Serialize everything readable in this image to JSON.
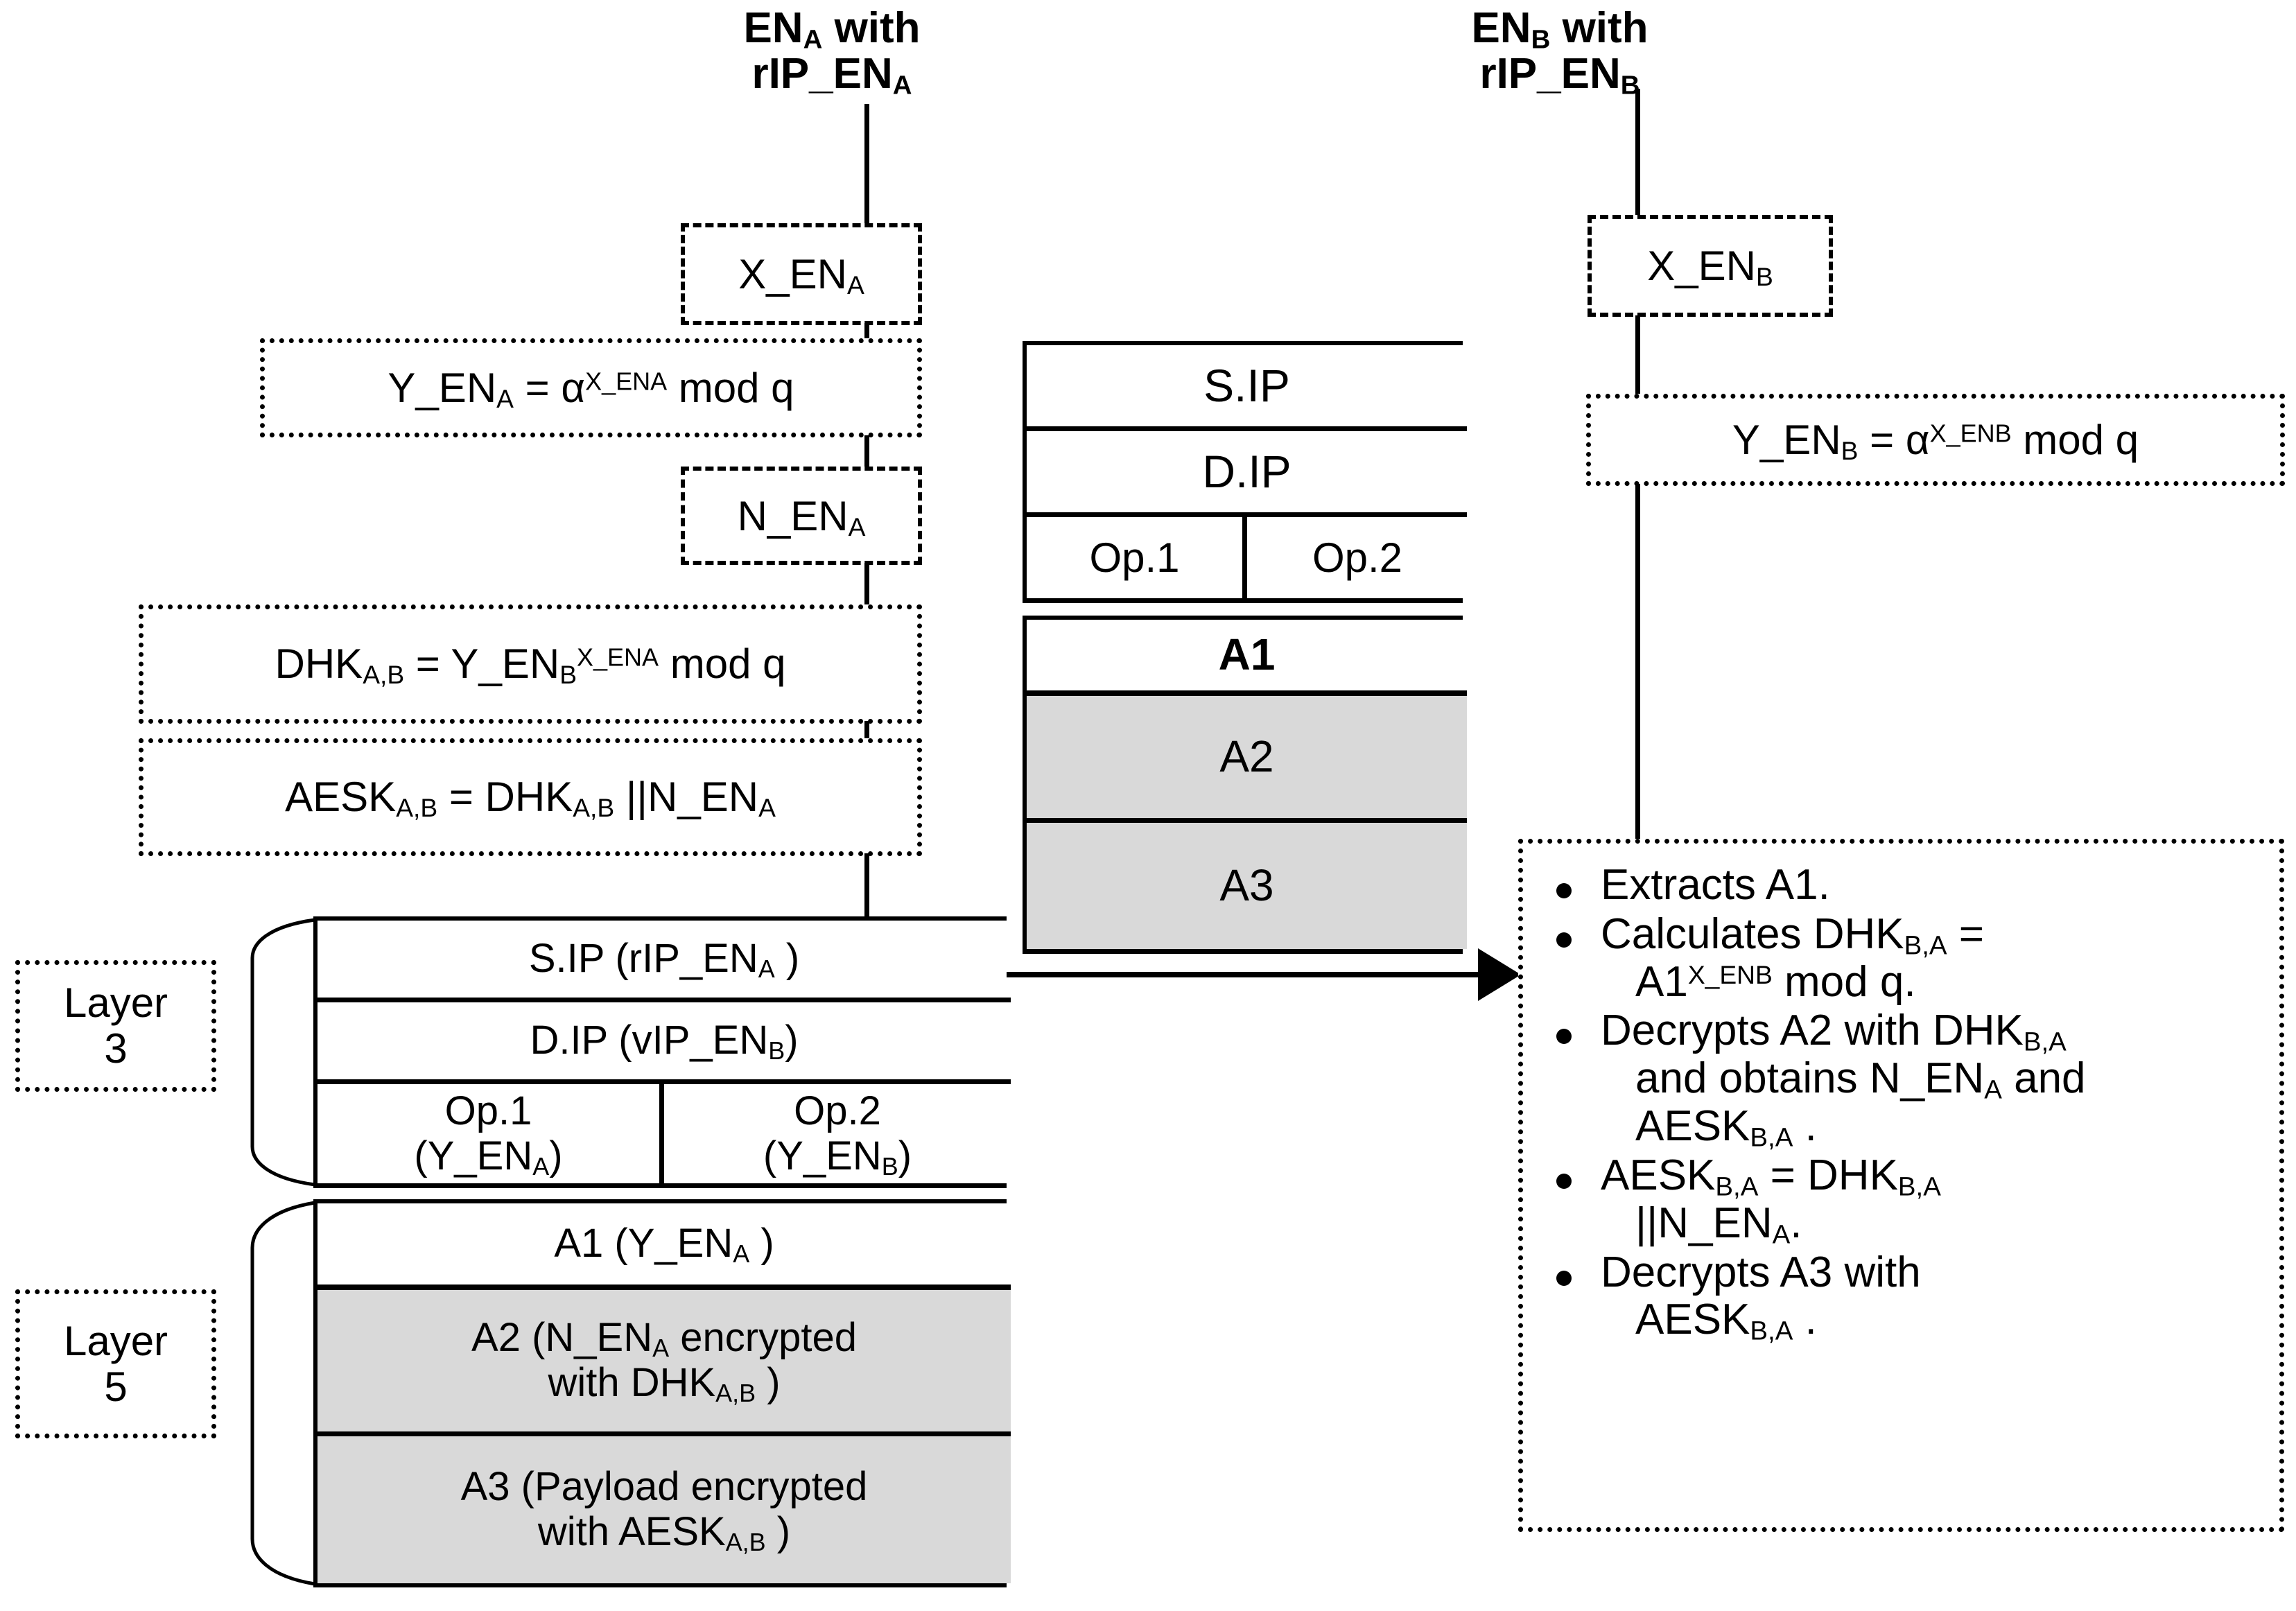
{
  "diagram": {
    "title_left_line1": "EN",
    "left_header": {
      "line1_main": "EN",
      "line1_sub": "A",
      "line1_tail": " with",
      "line2_main": "rIP_EN",
      "line2_sub": "A"
    },
    "right_header": {
      "line1_main": "EN",
      "line1_sub": "B",
      "line1_tail": " with",
      "line2_main": "rIP_EN",
      "line2_sub": "B"
    },
    "left_steps": [
      {
        "name": "x-ena",
        "text": "X_EN",
        "sub": "A"
      },
      {
        "name": "y-ena",
        "lhs": "Y_EN",
        "lhs_sub": "A",
        "eq": " = α",
        "exp": "X_ENA",
        "tail": " mod q"
      },
      {
        "name": "n-ena",
        "text": "N_EN",
        "sub": "A"
      },
      {
        "name": "dhk-ab",
        "lhs": "DHK",
        "lhs_sub": "A,B",
        "eq": " = Y_EN",
        "base_sub": "B",
        "exp": "X_ENA",
        "tail": " mod q"
      },
      {
        "name": "aesk-ab",
        "lhs": "AESK",
        "lhs_sub": "A,B",
        "eq": " = DHK",
        "mid_sub": "A,B",
        "tail": " ||N_EN",
        "tail_sub": "A"
      }
    ],
    "right_steps": [
      {
        "name": "x-enb",
        "text": "X_EN",
        "sub": "B"
      },
      {
        "name": "y-enb",
        "lhs": "Y_EN",
        "lhs_sub": "B",
        "eq": " = α",
        "exp": "X_ENB",
        "tail": " mod q"
      }
    ],
    "center_packet": {
      "header_rows": [
        "S.IP",
        "D.IP"
      ],
      "option_row": [
        "Op.1",
        "Op.2"
      ],
      "payload_rows": [
        {
          "label": "A1",
          "shaded": false,
          "bold": true
        },
        {
          "label": "A2",
          "shaded": true,
          "bold": false
        },
        {
          "label": "A3",
          "shaded": true,
          "bold": false
        }
      ]
    },
    "layer3": {
      "label_line1": "Layer",
      "label_line2": "3",
      "rows": {
        "sip": {
          "prefix": "S.IP (rIP_EN",
          "sub": "A",
          "suffix": " )"
        },
        "dip": {
          "prefix": "D.IP (vIP_EN",
          "sub": "B",
          "suffix": ")"
        },
        "op1": {
          "line1": "Op.1",
          "line2_pre": "(Y_EN",
          "line2_sub": "A",
          "line2_post": ")"
        },
        "op2": {
          "line1": "Op.2",
          "line2_pre": "(Y_EN",
          "line2_sub": "B",
          "line2_post": ")"
        }
      }
    },
    "layer5": {
      "label_line1": "Layer",
      "label_line2": "5",
      "rows": {
        "a1": {
          "pre": "A1 (Y_EN",
          "sub": "A",
          "post": " )"
        },
        "a2": {
          "l1_pre": "A2 (N_EN",
          "l1_sub": "A",
          "l1_post": "  encrypted",
          "l2_pre": "with  DHK",
          "l2_sub": "A,B",
          "l2_post": " )"
        },
        "a3": {
          "l1": "A3 (Payload encrypted",
          "l2_pre": "with AESK",
          "l2_sub": "A,B",
          "l2_post": " )"
        }
      }
    },
    "receiver_actions": [
      {
        "name": "extracts-a1",
        "l1": "Extracts  A1."
      },
      {
        "name": "calculates-dhk",
        "l1_pre": "Calculates   DHK",
        "l1_sub": "B,A",
        "l1_post": " =",
        "l2_pre": "A1",
        "l2_sup": "X_ENB",
        "l2_post": "  mod q."
      },
      {
        "name": "decrypts-a2",
        "l1_pre": "Decrypts A2 with DHK",
        "l1_sub": "B,A",
        "l2_pre": "and obtains N_EN",
        "l2_sub": "A",
        "l2_post": " and",
        "l3_pre": "AESK",
        "l3_sub": "B,A",
        "l3_post": " ."
      },
      {
        "name": "aesk-def",
        "l1_pre": "AESK",
        "l1_sub": "B,A",
        "l1_mid": " = DHK",
        "l1_sub2": "B,A",
        "l2_pre": "||N_EN",
        "l2_sub": "A",
        "l2_post": "."
      },
      {
        "name": "decrypts-a3",
        "l1": "Decrypts A3 with",
        "l2_pre": "AESK",
        "l2_sub": "B,A",
        "l2_post": " ."
      }
    ],
    "colors": {
      "shaded_fill": "#d9d9d9",
      "stroke": "#000000",
      "background": "#ffffff"
    }
  }
}
